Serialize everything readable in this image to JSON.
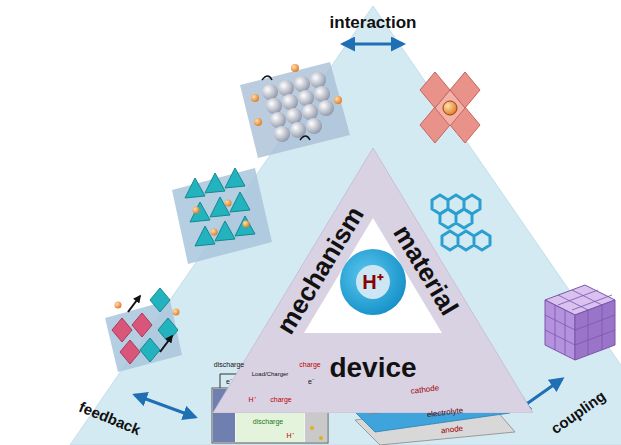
{
  "diagram": {
    "nodes": [
      {
        "text": [
          "mechanism",
          "material",
          "device"
        ]
      },
      {
        "text": [
          "H⁺"
        ],
        "in": 0
      }
    ],
    "labels": [
      "interaction",
      "feedback",
      "coupling",
      "discharge",
      "Load/Charger",
      "charge",
      "e⁻",
      "e⁻",
      "H⁺",
      "charge",
      "discharge",
      "H⁺",
      "cathode",
      "electrolyte",
      "anode"
    ]
  }
}
